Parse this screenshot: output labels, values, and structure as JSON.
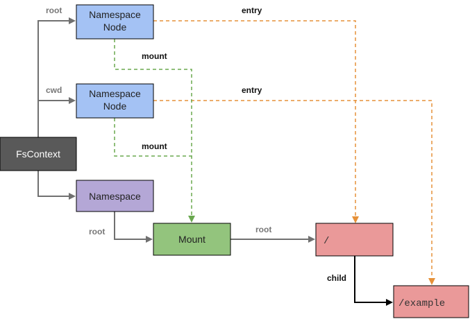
{
  "nodes": {
    "fscontext": "FsContext",
    "ns_node_1_line1": "Namespace",
    "ns_node_1_line2": "Node",
    "ns_node_2_line1": "Namespace",
    "ns_node_2_line2": "Node",
    "namespace": "Namespace",
    "mount": "Mount",
    "root_dentry": "/",
    "example_dentry": "/example"
  },
  "edges": {
    "root": "root",
    "cwd": "cwd",
    "entry_1": "entry",
    "entry_2": "entry",
    "mount_1": "mount",
    "mount_2": "mount",
    "ns_root": "root",
    "mount_root": "root",
    "child": "child"
  },
  "colors": {
    "namespace_node": "#a4c2f4",
    "fscontext": "#595959",
    "namespace": "#b4a7d6",
    "mount": "#93c47d",
    "dentry": "#ea9999",
    "gray_line": "#707070",
    "green_dashed": "#6aa84f",
    "orange_dashed": "#e69138",
    "black_line": "#000000"
  }
}
